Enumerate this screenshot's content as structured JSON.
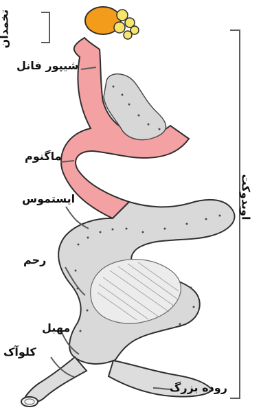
{
  "labels": {
    "ovary": "تخمدان",
    "infundibulum": "شیپور فانل",
    "magnum": "ماگنوم",
    "isthmus": "ایستموس",
    "uterus": "رحم",
    "vagina": "مهبل",
    "cloaca": "کلوآک",
    "large_intestine": "روده بزرگ",
    "oviduct": "اویدوکت"
  },
  "colors": {
    "pink": "#f3a1a3",
    "gray": "#d9d9d9",
    "orange": "#f39c1b",
    "yellow": "#f6e46c",
    "outline": "#2f2f2f",
    "line": "#5a5a5a"
  }
}
